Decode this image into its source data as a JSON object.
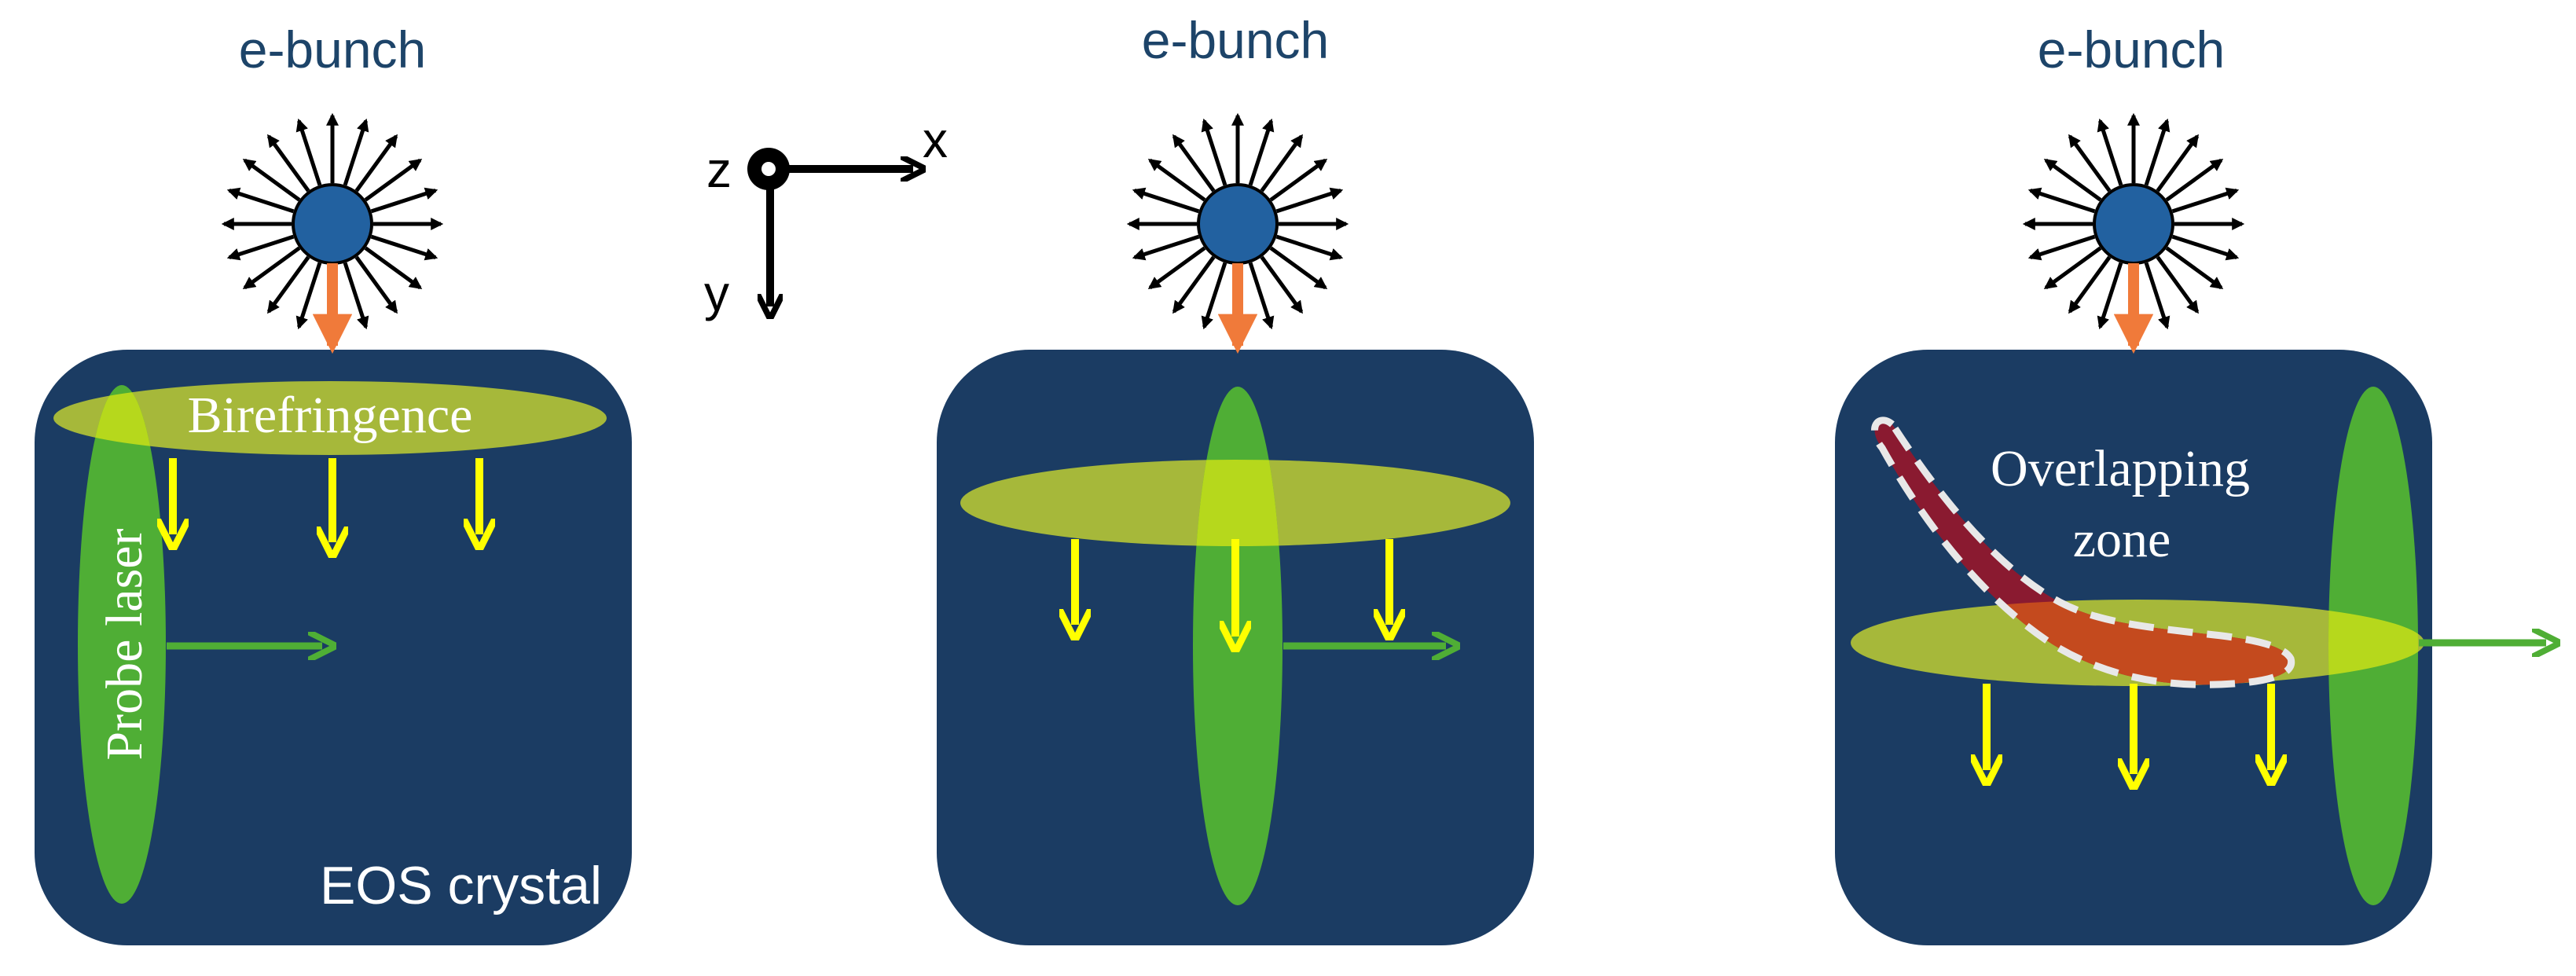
{
  "labels": {
    "bunch": "e-bunch",
    "birefringence": "Birefringence",
    "probe_laser": "Probe laser",
    "eos_crystal": "EOS crystal",
    "overlap_line1": "Overlapping",
    "overlap_line2": "zone",
    "axis_x": "x",
    "axis_y": "y",
    "axis_z": "z"
  },
  "colors": {
    "crystal": "#1b3c63",
    "bunch": "#2261a0",
    "field_arrow": "#000000",
    "orange_arrow": "#f07a3a",
    "birefringence_band": "#a6b83a",
    "probe_laser": "#4fae35",
    "overlap_core": "#b6d81c",
    "yellow_arrow": "#ffff00",
    "overlap_zone_dark": "#8a1a30",
    "overlap_zone_light": "#c44a1e",
    "dashed_outline": "#e8e8e8",
    "text_dark": "#1d4469",
    "text_light": "#ffffff"
  }
}
